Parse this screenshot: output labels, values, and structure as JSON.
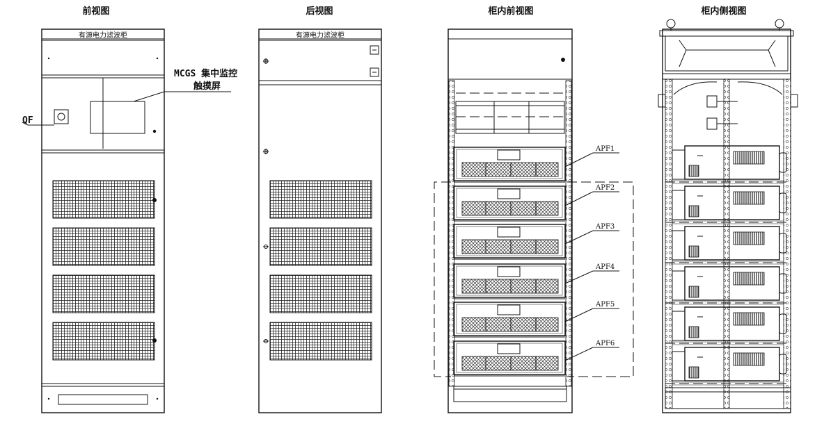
{
  "titles": {
    "front": "前视图",
    "back": "后视图",
    "inner_front": "柜内前视图",
    "inner_side": "柜内侧视图"
  },
  "cabinet_name_front": "有源电力滤波柜",
  "cabinet_name_back": "有源电力滤波柜",
  "labels": {
    "qf": "QF",
    "touchscreen_line1": "MCGS 集中监控",
    "touchscreen_line2": "触摸屏"
  },
  "apf_modules": [
    "APF1",
    "APF2",
    "APF3",
    "APF4",
    "APF5",
    "APF6"
  ]
}
